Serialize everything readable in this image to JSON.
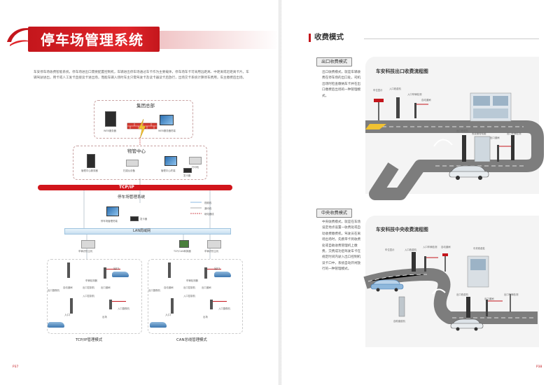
{
  "left": {
    "title": "停车场管理系统",
    "intro": "车安停车场收费智能系统，停车场进出口需要配置控制机，车辆进出停车场通过车卡作为主要载体，停车场车卡可采用远距离、中距离或近距离卡片。车辆驾驶进出，用卡或人工发卡直接读卡进出场，而能车辆入场时车主只需驾驶卡及读卡器读卡后放行，出场交卡系统计算停车费用，车主缴费后出场。",
    "diagram": {
      "hq_title": "集团总部",
      "hq_items": [
        "WEB服务器",
        "WEB服务器终端"
      ],
      "pm_title": "物管中心",
      "pm_items": [
        "管理中心服务器",
        "扫描仪设备",
        "管理中心终端",
        "打印机",
        "发卡器"
      ],
      "tcp_label": "TCP/IP",
      "parking_title": "停车场管理系统",
      "legend": [
        "视频线",
        "通讯线",
        "继电器线"
      ],
      "mgmt_items": [
        "停车场管理终端",
        "发卡器"
      ],
      "lan_label": "LAN局域网",
      "left_site": {
        "server": "车辆识别主机",
        "items": [
          "出口",
          "车辆检测器",
          "自动道闸",
          "出口控制机",
          "出口摄像机",
          "入口控制机",
          "入口摄像机",
          "出口道闸",
          "入口",
          "出场"
        ]
      },
      "right_site": {
        "server": "TCP/CAN转换器",
        "server2": "车辆识别主机",
        "items": [
          "出口",
          "车辆检测器",
          "自动道闸",
          "出口控制机",
          "出口摄像机",
          "入口控制机",
          "入口摄像机",
          "出口道闸",
          "入口",
          "出场"
        ]
      },
      "tcp_mode": "TCP/IP管理模式",
      "can_mode": "CAN总线管理模式"
    },
    "page_number": "P37"
  },
  "right": {
    "section_title": "收费模式",
    "exit_tag": "出口收费模式",
    "exit_desc": "出口收费模式，就是车辆收费在停车场的出口处，司机出场时检查缴纳车卡并在出口缴费后出场的一种管理模式。",
    "exit_flow_title": "车安科技出口收费流程图",
    "exit_labels": [
      "车位显示",
      "入口收费机",
      "入口车辆检测",
      "自动道闸",
      "出口收费机",
      "出口道闸",
      "收费管理电脑",
      "出口车辆检测"
    ],
    "center_tag": "中央收费模式",
    "center_desc": "中央收费模式，就是在车场设定地点设置一收费处或自动收费缴费机，驾驶员在离场出场时，先携带卡到收费处或自助收费管理机上缴费，交费成功后驾驶车卡在规定时间内驶入出口控制机读卡口中，系统自动开闸放行的一种管理模式。",
    "center_flow_title": "车安科技中央收费流程图",
    "center_labels": [
      "车位显示",
      "入口收费机",
      "入口车辆检测",
      "自动道闸",
      "中央收费处",
      "出口收费机",
      "出口道闸",
      "自助缴费机",
      "出口车辆检测"
    ],
    "page_number": "P38"
  },
  "colors": {
    "brand_red": "#c4161c",
    "panel_gray": "#f4f4f4",
    "road_gray": "#7d7d7d"
  }
}
